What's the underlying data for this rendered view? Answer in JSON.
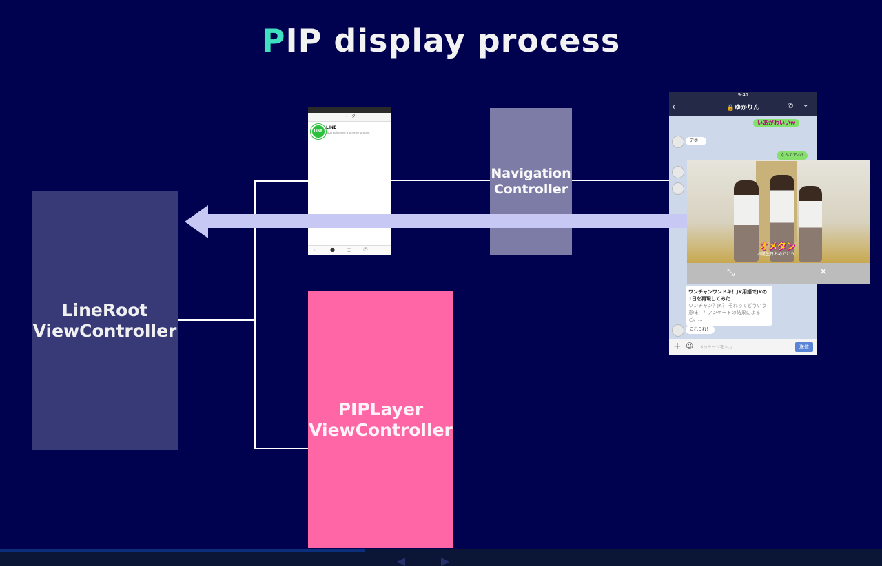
{
  "slide": {
    "title_first_letter": "P",
    "title_rest": "IP display process"
  },
  "boxes": {
    "root_line1": "LineRoot",
    "root_line2": "ViewController",
    "nav_line1": "Navigation",
    "nav_line2": "Controller",
    "pip_line1": "PIPLayer",
    "pip_line2": "ViewController"
  },
  "phone_small": {
    "header_title": "トーク",
    "contact_name": "LINE",
    "contact_sub": "You registered a phone number."
  },
  "phone_large": {
    "time": "9:41",
    "chat_title": "ゆかりん",
    "msg_sticker": "いあがわいいw",
    "msg_1": "アホ！",
    "msg_2": "なんでアホ?",
    "card_title": "ワンチャンワンドキ！JK用語でJKの1日を再現してみた",
    "card_body": "ワンチャン？JK？ それってどういう意味！？アンケートの結果によると、…",
    "msg_3": "これこれ！",
    "input_placeholder": "メッセージを入力",
    "send_label": "送信"
  },
  "pip_video": {
    "caption": "オメタン",
    "subcaption": "お誕生日おめでとう"
  },
  "colors": {
    "background": "#00024f",
    "accent": "#3fe0c0",
    "root_box": "#383a78",
    "nav_box": "#7c7ca6",
    "pip_box": "#ff66a6",
    "arrow": "#c8c8f4"
  },
  "icons": [
    "back-chevron-icon",
    "phone-icon",
    "chevron-down-icon",
    "plus-icon",
    "emoji-icon",
    "expand-icon",
    "close-icon",
    "lock-icon"
  ]
}
